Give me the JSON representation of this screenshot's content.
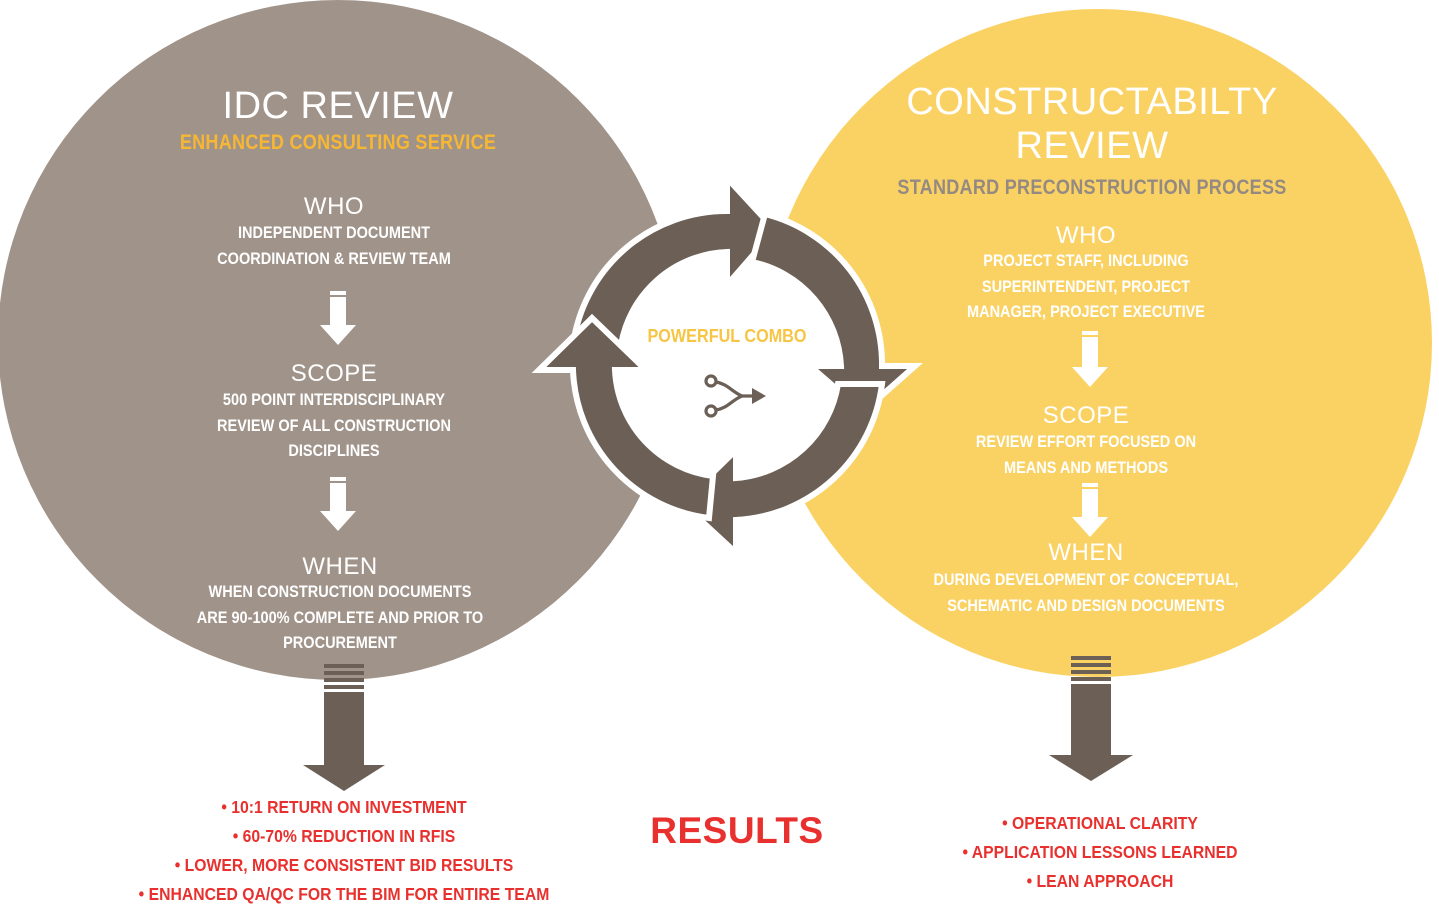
{
  "colors": {
    "left_circle": "#a0938a",
    "right_circle": "#fad264",
    "arrow_dark": "#6b5f56",
    "left_subtitle": "#f7b733",
    "right_subtitle": "#958a82",
    "results": "#e8312e",
    "combo": "#f7c544"
  },
  "left": {
    "title": "IDC REVIEW",
    "subtitle": "ENHANCED CONSULTING SERVICE",
    "who_label": "WHO",
    "who_text": [
      "INDEPENDENT DOCUMENT",
      "COORDINATION & REVIEW TEAM"
    ],
    "scope_label": "SCOPE",
    "scope_text": [
      "500 POINT INTERDISCIPLINARY",
      "REVIEW OF ALL CONSTRUCTION",
      "DISCIPLINES"
    ],
    "when_label": "WHEN",
    "when_text": [
      "WHEN CONSTRUCTION DOCUMENTS",
      "ARE 90-100% COMPLETE AND PRIOR TO",
      "PROCUREMENT"
    ],
    "results": [
      "• 10:1 RETURN ON INVESTMENT",
      "• 60-70% REDUCTION IN RFIS",
      "• LOWER, MORE CONSISTENT BID RESULTS",
      "• ENHANCED QA/QC FOR THE BIM FOR ENTIRE TEAM"
    ]
  },
  "right": {
    "title": [
      "CONSTRUCTABILTY",
      "REVIEW"
    ],
    "subtitle": "STANDARD PRECONSTRUCTION PROCESS",
    "who_label": "WHO",
    "who_text": [
      "PROJECT STAFF, INCLUDING",
      "SUPERINTENDENT, PROJECT",
      "MANAGER, PROJECT EXECUTIVE"
    ],
    "scope_label": "SCOPE",
    "scope_text": [
      "REVIEW EFFORT FOCUSED ON",
      "MEANS AND METHODS"
    ],
    "when_label": "WHEN",
    "when_text": [
      "DURING DEVELOPMENT OF CONCEPTUAL,",
      "SCHEMATIC AND DESIGN DOCUMENTS"
    ],
    "results": [
      "• OPERATIONAL CLARITY",
      "• APPLICATION LESSONS LEARNED",
      "• LEAN APPROACH"
    ]
  },
  "center": {
    "combo_label": "POWERFUL COMBO",
    "combo_icon": "merge-arrow-icon"
  },
  "results_heading": "RESULTS"
}
